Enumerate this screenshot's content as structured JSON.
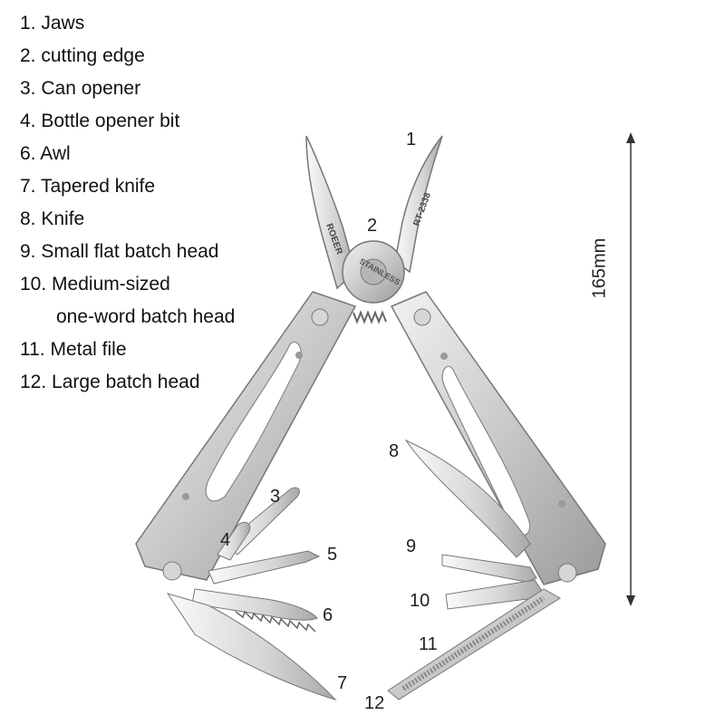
{
  "legend": [
    {
      "num": "1.",
      "text": "Jaws"
    },
    {
      "num": "2.",
      "text": "cutting edge"
    },
    {
      "num": "3.",
      "text": "Can opener"
    },
    {
      "num": "4.",
      "text": "Bottle opener bit"
    },
    {
      "num": "6.",
      "text": "Awl"
    },
    {
      "num": "7.",
      "text": "Tapered knife"
    },
    {
      "num": "8.",
      "text": "Knife"
    },
    {
      "num": "9.",
      "text": "Small flat batch head"
    },
    {
      "num": "10.",
      "text": "Medium-sized"
    },
    {
      "num": "",
      "text": "one-word batch head"
    },
    {
      "num": "11.",
      "text": "Metal file"
    },
    {
      "num": "12.",
      "text": "Large batch head"
    }
  ],
  "callouts": [
    "1",
    "2",
    "3",
    "4",
    "5",
    "6",
    "7",
    "8",
    "9",
    "10",
    "11",
    "12"
  ],
  "dimension": {
    "label": "165mm"
  },
  "engravings": {
    "brand": "ROEER",
    "model": "RT-2338",
    "material": "STAINLESS"
  },
  "colors": {
    "steel_light": "#e6e6e6",
    "steel_mid": "#bdbdbd",
    "steel_dark": "#8a8a8a",
    "text": "#111111"
  }
}
